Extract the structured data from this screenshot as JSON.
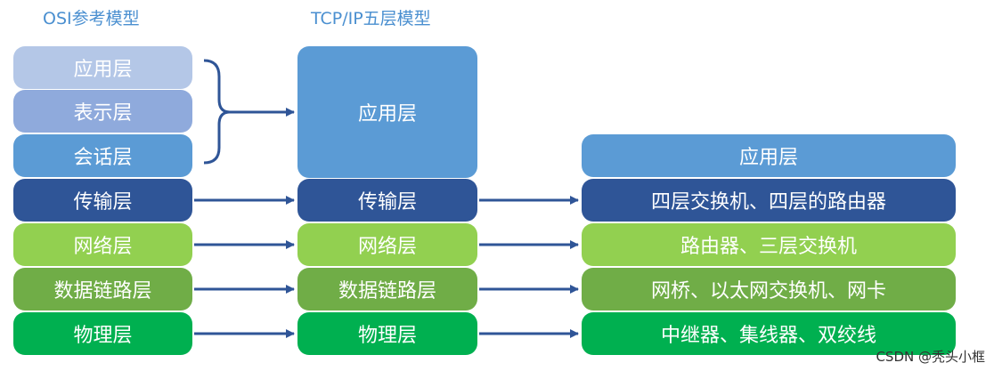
{
  "titles": {
    "osi": "OSI参考模型",
    "tcp": "TCP/IP五层模型"
  },
  "osi_layers": [
    {
      "label": "应用层",
      "color": "#b4c7e7"
    },
    {
      "label": "表示层",
      "color": "#8faadc"
    },
    {
      "label": "会话层",
      "color": "#5b9bd5"
    },
    {
      "label": "传输层",
      "color": "#2f5597"
    },
    {
      "label": "网络层",
      "color": "#92d050"
    },
    {
      "label": "数据链路层",
      "color": "#70ad47"
    },
    {
      "label": "物理层",
      "color": "#00b050"
    }
  ],
  "tcp_layers": [
    {
      "label": "应用层",
      "color": "#5b9bd5"
    },
    {
      "label": "传输层",
      "color": "#2f5597"
    },
    {
      "label": "网络层",
      "color": "#92d050"
    },
    {
      "label": "数据链路层",
      "color": "#70ad47"
    },
    {
      "label": "物理层",
      "color": "#00b050"
    }
  ],
  "device_layers": [
    {
      "label": "应用层",
      "color": "#5b9bd5"
    },
    {
      "label": "四层交换机、四层的路由器",
      "color": "#2f5597"
    },
    {
      "label": "路由器、三层交换机",
      "color": "#92d050"
    },
    {
      "label": "网桥、以太网交换机、网卡",
      "color": "#70ad47"
    },
    {
      "label": "中继器、集线器、双绞线",
      "color": "#00b050"
    }
  ],
  "arrow_color": "#2f5597",
  "watermark": "CSDN @秃头小框"
}
